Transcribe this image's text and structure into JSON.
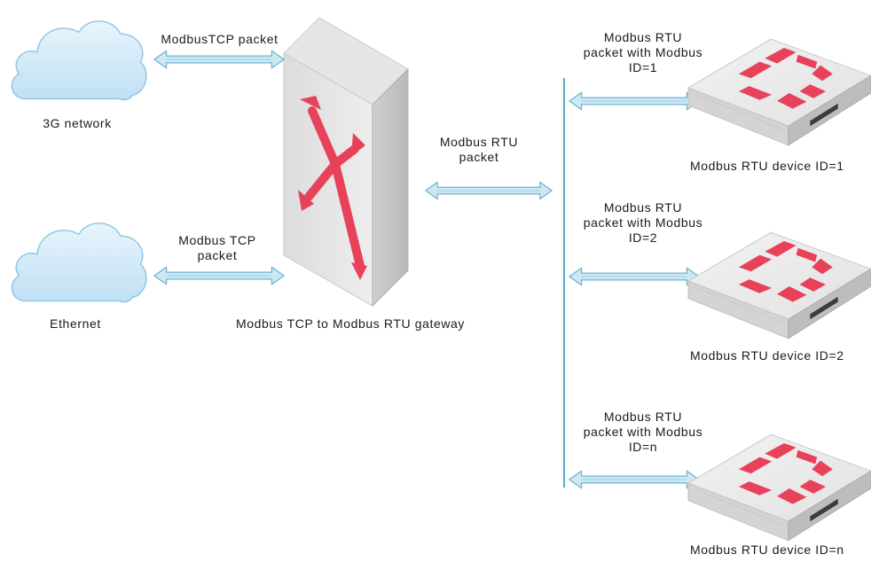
{
  "clouds": [
    {
      "label": "3G network"
    },
    {
      "label": "Ethernet"
    }
  ],
  "gateway": {
    "label": "Modbus TCP to Modbus RTU gateway"
  },
  "links": {
    "cloud1": "ModbusTCP packet",
    "cloud2": "Modbus TCP\npacket",
    "gateway_bus": "Modbus RTU\npacket"
  },
  "devices": [
    {
      "packet": "Modbus RTU\npacket with Modbus\nID=1",
      "label": "Modbus RTU device ID=1"
    },
    {
      "packet": "Modbus RTU\npacket with Modbus\nID=2",
      "label": "Modbus RTU device ID=2"
    },
    {
      "packet": "Modbus RTU\npacket with Modbus\nID=n",
      "label": "Modbus RTU device ID=n"
    }
  ],
  "colors": {
    "cloud_fill": "#cfe9f8",
    "cloud_stroke": "#8fc4e4",
    "arrow_fill": "#cde8f3",
    "arrow_stroke": "#6fb3cf",
    "bus_line": "#5aa9c8",
    "device_body": "#e6e6e6",
    "accent_red": "#e8425a"
  }
}
